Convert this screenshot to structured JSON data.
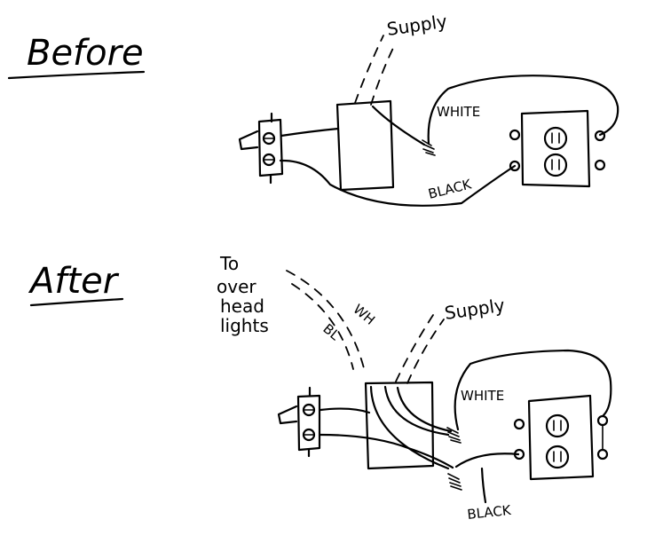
{
  "before": {
    "title": "Before",
    "supply_label": "Supply",
    "white_label": "WHITE",
    "black_label": "BLACK"
  },
  "after": {
    "title": "After",
    "overhead_label_lines": [
      "To",
      "over",
      "head",
      "lights"
    ],
    "wh_label": "WH",
    "bl_label": "BL",
    "supply_label": "Supply",
    "white_label": "WHITE",
    "black_label": "BLACK"
  }
}
